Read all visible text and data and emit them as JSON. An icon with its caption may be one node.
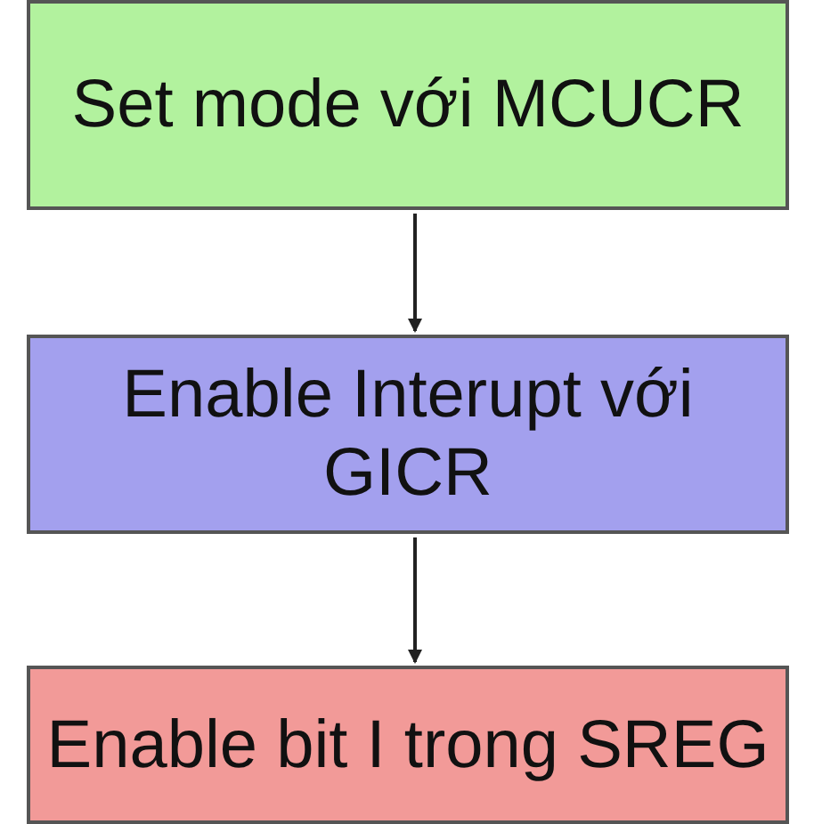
{
  "diagram": {
    "nodes": [
      {
        "text": [
          "Set mode với MCUCR"
        ]
      },
      {
        "text": [
          "Enable Interupt với GICR"
        ]
      },
      {
        "text": [
          "Enable bit I trong SREG"
        ]
      }
    ],
    "edges": [
      {
        "from": 0,
        "to": 1,
        "arrow": "to"
      },
      {
        "from": 1,
        "to": 2,
        "arrow": "to"
      }
    ]
  }
}
